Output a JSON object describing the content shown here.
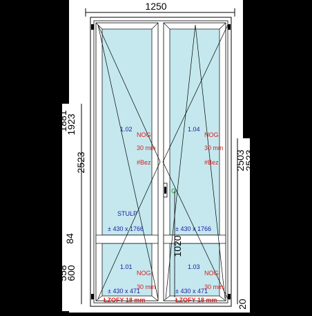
{
  "dimensions": {
    "top_width": "1250",
    "left_top_a": "1881",
    "left_top_b": "1923",
    "left_total": "2523",
    "left_mid": "84",
    "left_bot_a": "558",
    "left_bot_b": "600",
    "right_a": "2503",
    "right_b": "2523",
    "right_bottom": "20",
    "inner_vertical": "1020"
  },
  "panes": {
    "top_left": {
      "id": "1.02",
      "spec_a": "NOGI",
      "spec_b": "30 mm",
      "spec_c": "#Bez",
      "size": "± 430 x 1766",
      "note": "STULP"
    },
    "top_right": {
      "id": "1.04",
      "spec_a": "NOGI",
      "spec_b": "30 mm",
      "spec_c": "#Bez",
      "size": "± 430 x 1766"
    },
    "bottom_left": {
      "id": "1.01",
      "spec_a": "NOGI",
      "spec_b": "30 mm",
      "size": "± 430 x 471",
      "extra": "ŁZOFY 18 mm"
    },
    "bottom_right": {
      "id": "1.03",
      "spec_a": "NOGI",
      "spec_b": "30 mm",
      "size": "± 430 x 471",
      "extra": "ŁZOFY 18 mm"
    }
  },
  "colors": {
    "background": "#000000",
    "frame": "#ffffff",
    "glass": "#c4e8ee",
    "label_blue": "#1a1aa0",
    "label_red": "#d42020",
    "handle_green": "#28a03c"
  }
}
